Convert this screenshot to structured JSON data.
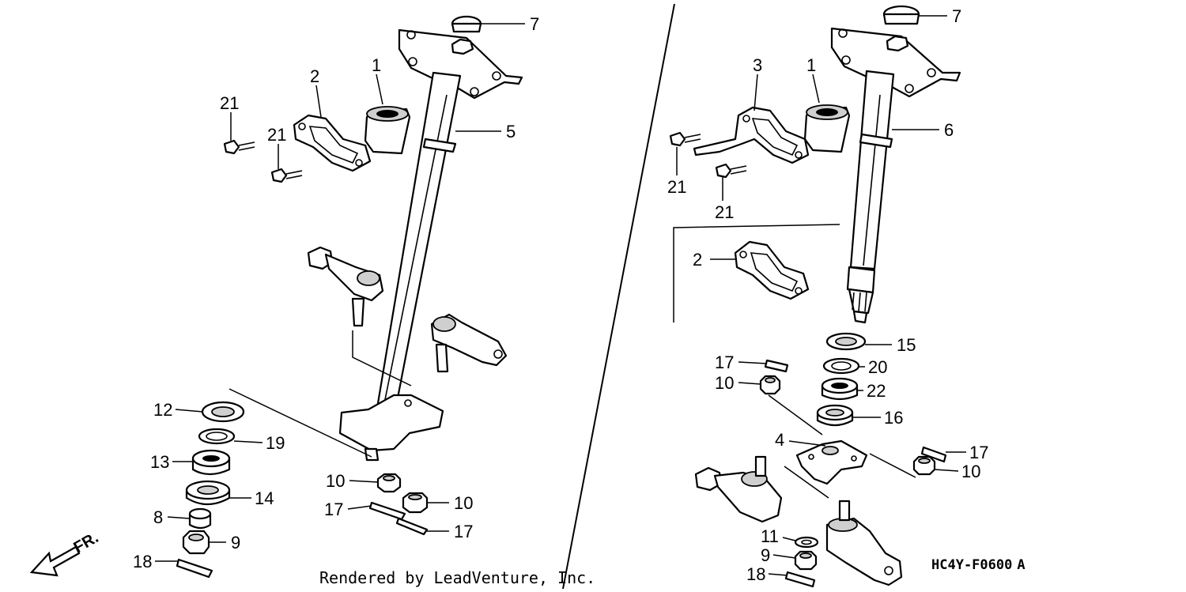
{
  "diagram": {
    "credit": "Rendered by LeadVenture, Inc.",
    "code": "HC4Y-F0600",
    "code_suffix": "A",
    "front_label": "FR."
  },
  "left_callouts": [
    {
      "id": "l1",
      "label": "1"
    },
    {
      "id": "l2",
      "label": "2"
    },
    {
      "id": "l5",
      "label": "5"
    },
    {
      "id": "l7",
      "label": "7"
    },
    {
      "id": "l21a",
      "label": "21"
    },
    {
      "id": "l21b",
      "label": "21"
    },
    {
      "id": "l12",
      "label": "12"
    },
    {
      "id": "l19",
      "label": "19"
    },
    {
      "id": "l13",
      "label": "13"
    },
    {
      "id": "l14",
      "label": "14"
    },
    {
      "id": "l8",
      "label": "8"
    },
    {
      "id": "l9",
      "label": "9"
    },
    {
      "id": "l18",
      "label": "18"
    },
    {
      "id": "l10a",
      "label": "10"
    },
    {
      "id": "l10b",
      "label": "10"
    },
    {
      "id": "l17a",
      "label": "17"
    },
    {
      "id": "l17b",
      "label": "17"
    }
  ],
  "right_callouts": [
    {
      "id": "r3",
      "label": "3"
    },
    {
      "id": "r1",
      "label": "1"
    },
    {
      "id": "r6",
      "label": "6"
    },
    {
      "id": "r7",
      "label": "7"
    },
    {
      "id": "r21a",
      "label": "21"
    },
    {
      "id": "r21b",
      "label": "21"
    },
    {
      "id": "r2",
      "label": "2"
    },
    {
      "id": "r15",
      "label": "15"
    },
    {
      "id": "r20",
      "label": "20"
    },
    {
      "id": "r22",
      "label": "22"
    },
    {
      "id": "r16",
      "label": "16"
    },
    {
      "id": "r17a",
      "label": "17"
    },
    {
      "id": "r10a",
      "label": "10"
    },
    {
      "id": "r4",
      "label": "4"
    },
    {
      "id": "r17b",
      "label": "17"
    },
    {
      "id": "r10b",
      "label": "10"
    },
    {
      "id": "r11",
      "label": "11"
    },
    {
      "id": "r9",
      "label": "9"
    },
    {
      "id": "r18",
      "label": "18"
    }
  ]
}
